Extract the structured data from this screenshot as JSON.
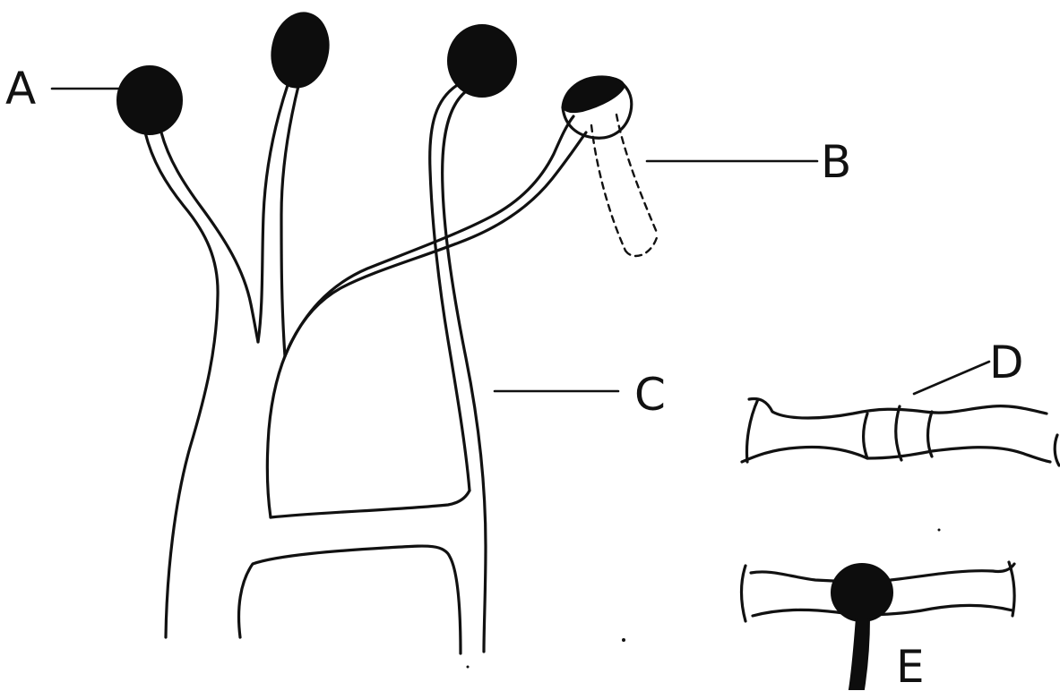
{
  "labels": {
    "a": "A",
    "b": "B",
    "c": "C",
    "d": "D",
    "e": "E"
  },
  "colors": {
    "ink": "#111111",
    "background": "#ffffff"
  }
}
